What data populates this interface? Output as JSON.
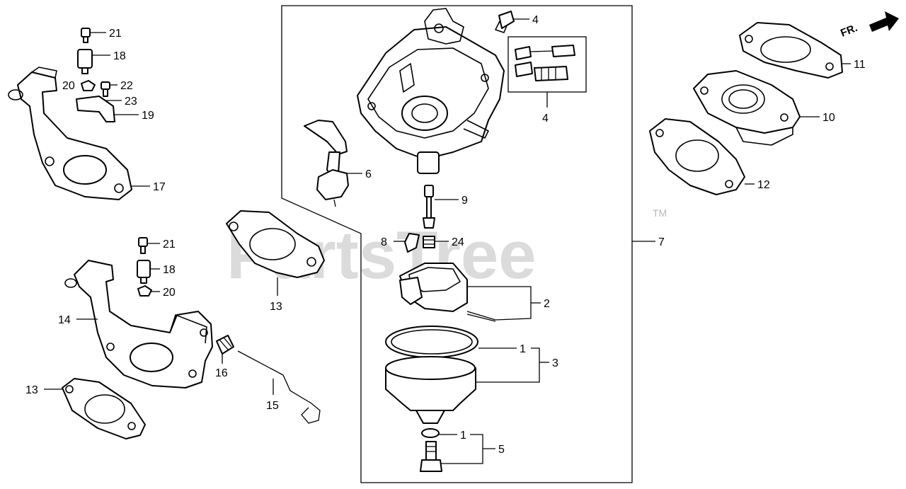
{
  "diagram": {
    "watermark": "PartsTree",
    "trademark": "TM",
    "direction": "FR.",
    "callouts": {
      "c21a": "21",
      "c18a": "18",
      "c22": "22",
      "c20a": "20",
      "c23": "23",
      "c19": "19",
      "c17": "17",
      "c21b": "21",
      "c18b": "18",
      "c20b": "20",
      "c14": "14",
      "c13a": "13",
      "c16": "16",
      "c15": "15",
      "c13b": "13",
      "c4a": "4",
      "c4b": "4",
      "c6": "6",
      "c9": "9",
      "c8": "8",
      "c24": "24",
      "c7": "7",
      "c2": "2",
      "c1a": "1",
      "c3": "3",
      "c1b": "1",
      "c5": "5",
      "c11": "11",
      "c10": "10",
      "c12": "12"
    }
  }
}
